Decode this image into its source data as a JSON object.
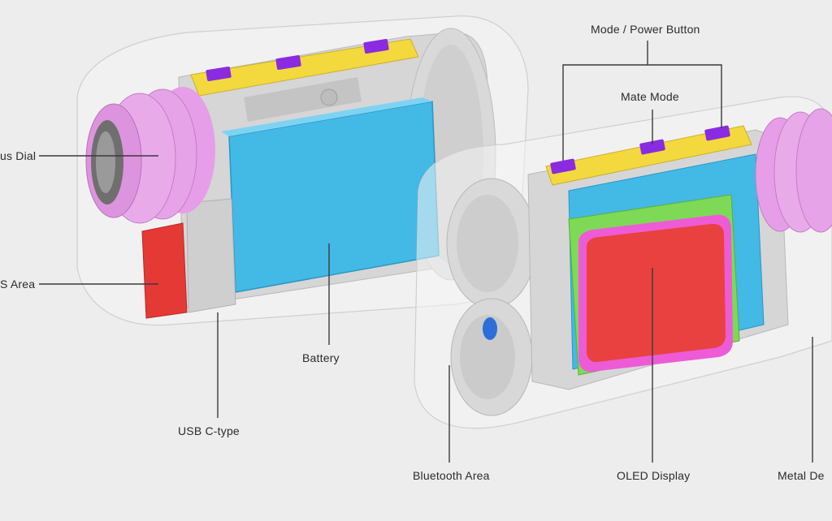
{
  "labels": {
    "focus_dial": "us Dial",
    "gps_area": "S Area",
    "battery": "Battery",
    "usb": "USB C-type",
    "mode_power": "Mode / Power Button",
    "mate_mode": "Mate Mode",
    "bluetooth": "Bluetooth Area",
    "oled": "OLED Display",
    "metal": "Metal De"
  },
  "colors": {
    "background": "#ededed",
    "housing": "#dcdcdc",
    "eyepiece": "#e79ee8",
    "battery": "#43b9e6",
    "rail": "#f3d93e",
    "buttons": "#8a2be2",
    "gps_block": "#e53935",
    "oled": "#e8413f",
    "oled_frame": "#ee5bd6",
    "pcb": "#7ed957",
    "bluetooth_knob": "#2d6fd8"
  }
}
